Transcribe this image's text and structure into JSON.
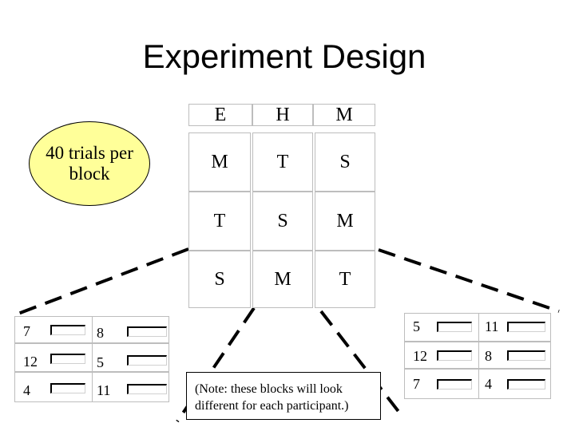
{
  "title": "Experiment Design",
  "oval_text": "40 trials per block",
  "grid": {
    "header": [
      "E",
      "H",
      "M"
    ],
    "rows": [
      [
        "M",
        "T",
        "S"
      ],
      [
        "T",
        "S",
        "M"
      ],
      [
        "S",
        "M",
        "T"
      ]
    ]
  },
  "left_block": {
    "rows": [
      [
        "7",
        "8"
      ],
      [
        "12",
        "5"
      ],
      [
        "4",
        "11"
      ]
    ]
  },
  "right_block": {
    "rows": [
      [
        "5",
        "11"
      ],
      [
        "12",
        "8"
      ],
      [
        "7",
        "4"
      ]
    ]
  },
  "note": "(Note: these blocks will look different for each participant.)"
}
